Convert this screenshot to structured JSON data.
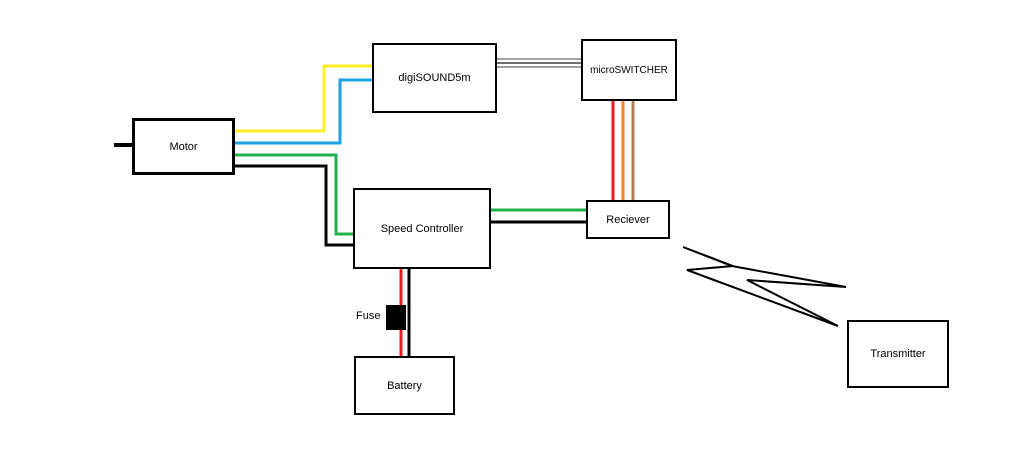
{
  "components": {
    "motor": "Motor",
    "digisound": "digiSOUND5m",
    "microswitcher": "microSWITCHER",
    "speed_controller": "Speed Controller",
    "receiver": "Reciever",
    "battery": "Battery",
    "transmitter": "Transmitter",
    "fuse": "Fuse"
  },
  "wire_colors": {
    "yellow": "#ffee22",
    "blue": "#1ea0e6",
    "green": "#22b14c",
    "black": "#000000",
    "red": "#ed1c24",
    "orange": "#ff7f27",
    "brown": "#b97a57",
    "gray": "#a0a0a0"
  }
}
